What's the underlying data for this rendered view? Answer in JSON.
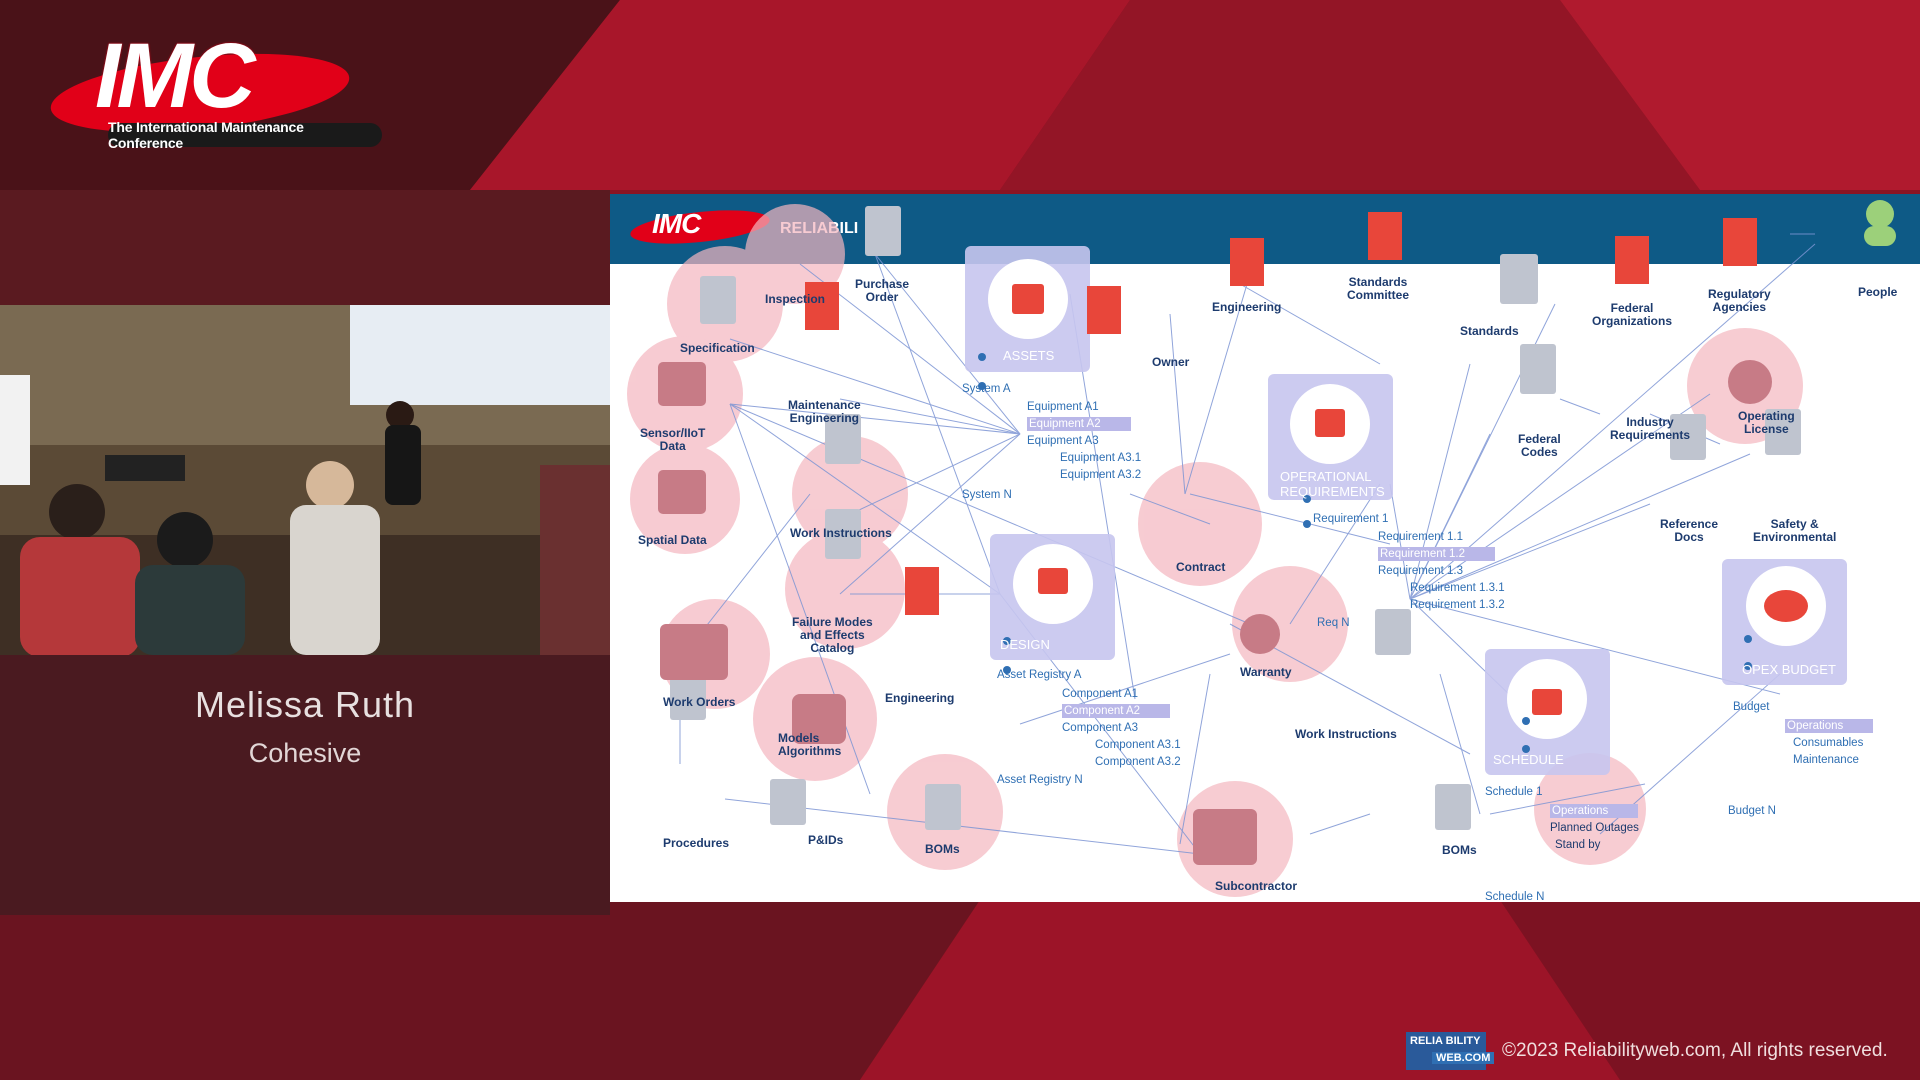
{
  "colors": {
    "accent": "#e10018",
    "slide_header": "#0e5a86",
    "node_label": "#1d3b6e",
    "link": "#2f6fb3",
    "box": "#c7c5ee"
  },
  "logo": {
    "brand": "IMC",
    "tagline": "The International Maintenance Conference"
  },
  "speaker": {
    "name": "Melissa Ruth",
    "org": "Cohesive"
  },
  "footer": {
    "badge_line1": "RELIA BILITY",
    "badge_line2": "WEB.COM",
    "copyright": "©2023 Reliabilityweb.com, All rights reserved."
  },
  "slide": {
    "header_brand": "IMC",
    "header_subtitle": "RELIABILI",
    "nodes": {
      "inspection": "Inspection",
      "purchase_order": "Purchase\nOrder",
      "specification": "Specification",
      "maintenance_engineering": "Maintenance\nEngineering",
      "sensor_data": "Sensor/IIoT\nData",
      "spatial_data": "Spatial Data",
      "work_instructions_1": "Work Instructions",
      "fmea": "Failure Modes\nand Effects\nCatalog",
      "work_orders": "Work Orders",
      "models": "Models\nAlgorithms",
      "engineering_1": "Engineering",
      "procedures": "Procedures",
      "pids": "P&IDs",
      "boms_1": "BOMs",
      "owner": "Owner",
      "engineering_2": "Engineering",
      "standards_committee": "Standards\nCommittee",
      "standards": "Standards",
      "federal_orgs": "Federal\nOrganizations",
      "regulatory": "Regulatory\nAgencies",
      "people": "People",
      "federal_codes": "Federal\nCodes",
      "industry_req": "Industry\nRequirements",
      "operating_license": "Operating\nLicense",
      "contract": "Contract",
      "reference_docs": "Reference\nDocs",
      "safety": "Safety &\nEnvironmental",
      "warranty": "Warranty",
      "work_instructions_2": "Work Instructions",
      "boms_2": "BOMs",
      "subcontractor": "Subcontractor"
    },
    "boxes": {
      "assets": "ASSETS",
      "design": "DESIGN",
      "operational": "OPERATIONAL\nREQUIREMENTS",
      "schedule": "SCHEDULE",
      "opex": "OPEX BUDGET"
    },
    "assets_tree": {
      "root": "System  A",
      "items": [
        "Equipment A1",
        "Equipment A2",
        "Equipment A3",
        "Equipment A3.1",
        "Equipment A3.2"
      ],
      "last": "System N"
    },
    "design_tree": {
      "root": "Asset Registry A",
      "items": [
        "Component A1",
        "Component A2",
        "Component A3",
        "Component A3.1",
        "Component A3.2"
      ],
      "last": "Asset Registry N"
    },
    "req_tree": {
      "root": "Requirement  1",
      "items": [
        "Requirement 1.1",
        "Requirement 1.2",
        "Requirement 1.3",
        "Requirement 1.3.1",
        "Requirement 1.3.2"
      ],
      "last": "Req N"
    },
    "schedule_tree": {
      "root": "Schedule 1",
      "items": [
        "Operations",
        "Planned Outages",
        "Stand by"
      ],
      "last": "Schedule N"
    },
    "budget_tree": {
      "root": "Budget",
      "items": [
        "Operations",
        "Consumables",
        "Maintenance"
      ],
      "last": "Budget N"
    }
  }
}
